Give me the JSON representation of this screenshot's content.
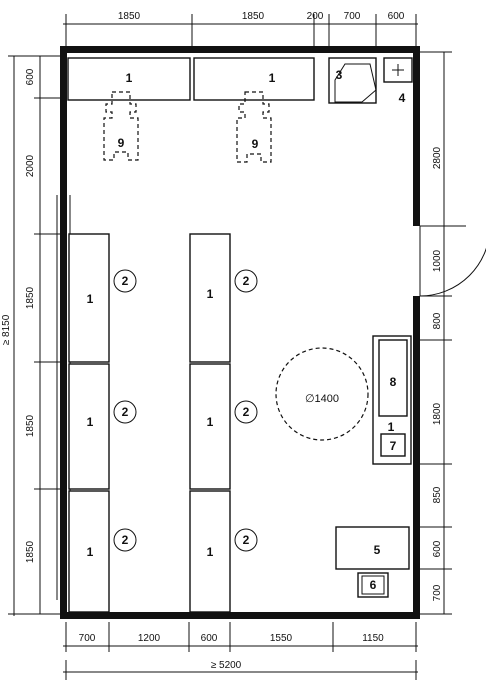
{
  "dims": {
    "top": [
      "1850",
      "1850",
      "200",
      "700",
      "600"
    ],
    "bottom": [
      "700",
      "1200",
      "600",
      "1550",
      "1150"
    ],
    "total_width": "≥ 5200",
    "left": [
      "600",
      "2000",
      "1850",
      "1850",
      "1850"
    ],
    "total_height": "≥ 8150",
    "right": [
      "2800",
      "1000",
      "800",
      "1800",
      "850",
      "600",
      "700"
    ],
    "circle": "∅1400"
  },
  "labels": {
    "table": "1",
    "marker": "2",
    "sink_unit": "3",
    "basin": "4",
    "desk": "5",
    "chair": "6",
    "cabinet_small": "7",
    "cabinet": "8",
    "stool": "9"
  }
}
